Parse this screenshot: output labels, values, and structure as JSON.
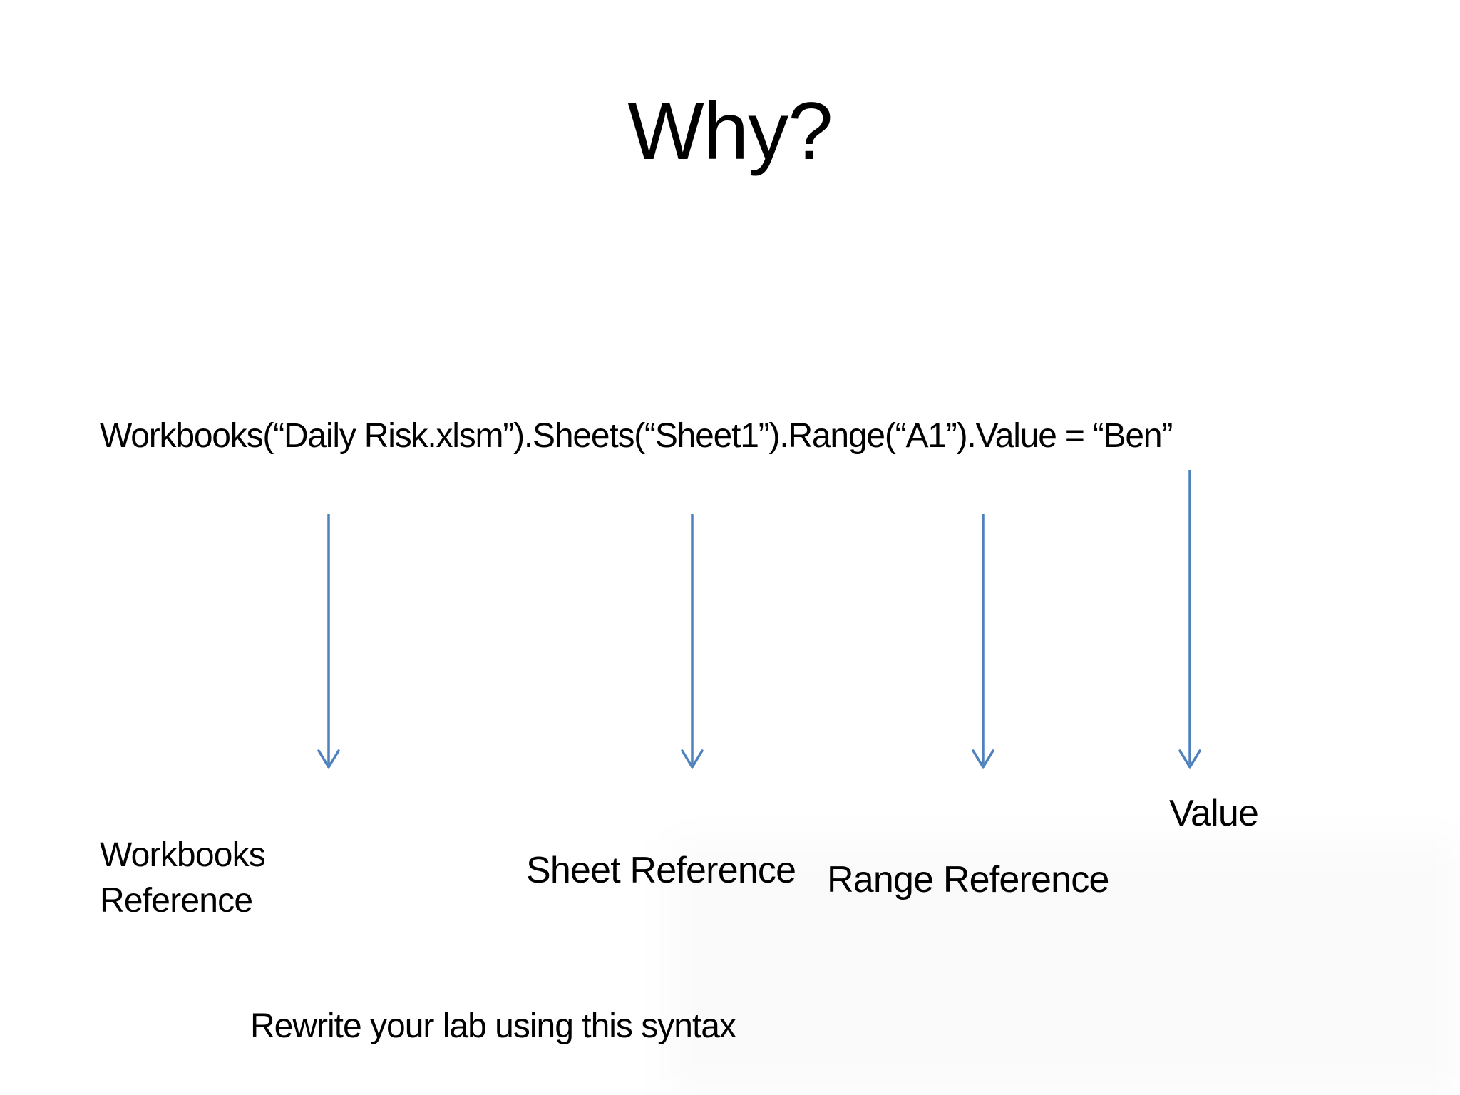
{
  "slide": {
    "title": "Why?",
    "code": "Workbooks(“Daily Risk.xlsm”).Sheets(“Sheet1”).Range(“A1”).Value = “Ben”",
    "labels": {
      "workbooks": "Workbooks Reference",
      "sheet": "Sheet Reference",
      "range": "Range Reference",
      "value": "Value"
    },
    "footer": "Rewrite your lab using this syntax",
    "arrow_color": "#4f81bd"
  }
}
